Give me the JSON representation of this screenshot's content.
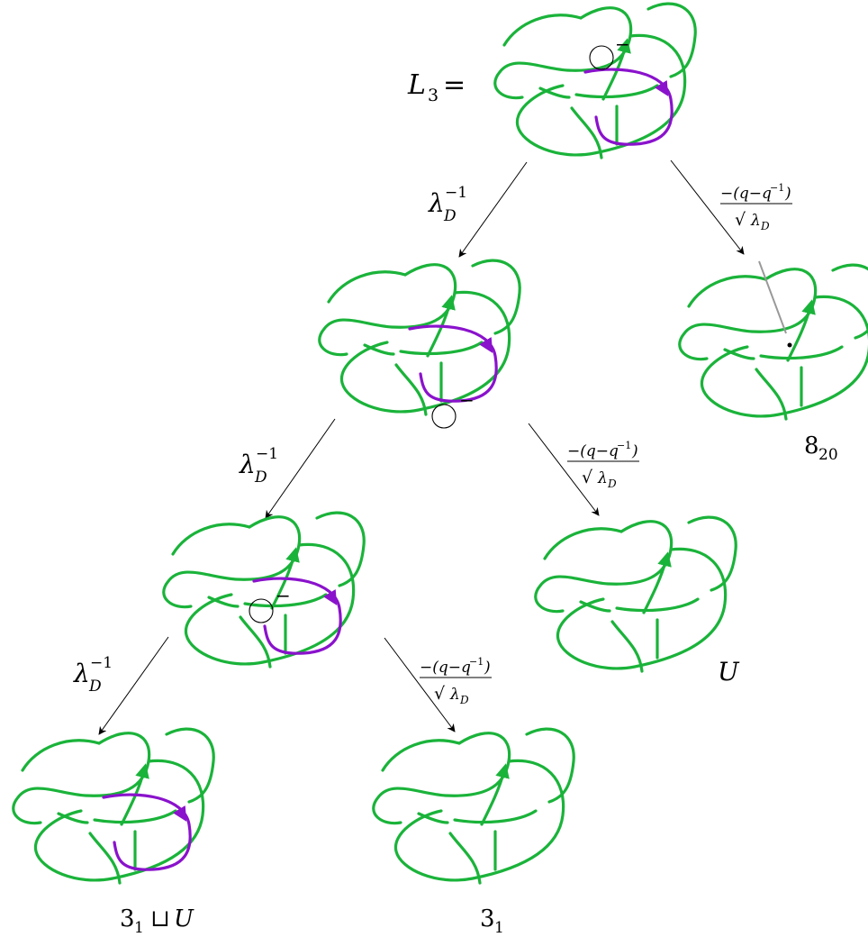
{
  "colors": {
    "green": "#1ab33a",
    "purple": "#8a12cc",
    "ink": "#000000",
    "gray": "#999999"
  },
  "labels": {
    "root_name": "L",
    "root_sub": "3",
    "root_eq": "=",
    "sign": "−",
    "lambda_base": "λ",
    "lambda_sub": "D",
    "lambda_sup": "−1",
    "frac_num": "−(q−q",
    "frac_num_sup": "−1",
    "frac_num_close": ")",
    "frac_den_root": "√",
    "frac_den": "λ",
    "frac_den_sub": "D",
    "knot_820_main": "8",
    "knot_820_sub": "20",
    "knot_U": "U",
    "knot_31U_main": "3",
    "knot_31U_sub": "1",
    "knot_31U_op": "⊔",
    "knot_31U_U": "U",
    "knot_31_main": "3",
    "knot_31_sub": "1"
  }
}
